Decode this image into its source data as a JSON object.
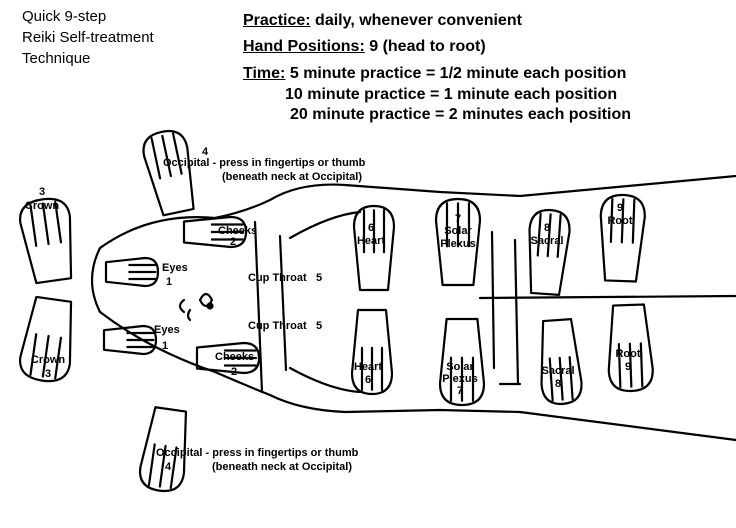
{
  "title": {
    "line1": "Quick 9-step",
    "line2": "Reiki Self-treatment",
    "line3": "Technique"
  },
  "info": {
    "practice_label": "Practice:",
    "practice_value": "daily, whenever convenient",
    "hand_label": "Hand Positions:",
    "hand_value": "9 (head to root)",
    "time_label": "Time:",
    "time_lines": [
      "5 minute practice = 1/2 minute each position",
      "10 minute practice = 1 minute each position",
      "20 minute practice = 2 minutes each position"
    ]
  },
  "positions": {
    "occipital_top": {
      "num": "4",
      "name": "Occipital",
      "note1": "- press in fingertips or thumb",
      "note2": "(beneath neck at Occipital)"
    },
    "occipital_bottom": {
      "num": "4",
      "name": "Occipital",
      "note1": "- press in fingertips or thumb",
      "note2": "(beneath neck at Occipital)"
    },
    "crown_top": {
      "num": "3",
      "name": "Crown"
    },
    "crown_bottom": {
      "num": "3",
      "name": "Crown"
    },
    "cheeks_top": {
      "num": "2",
      "name": "Cheeks"
    },
    "cheeks_bottom": {
      "num": "2",
      "name": "Cheeks"
    },
    "eyes_top": {
      "num": "1",
      "name": "Eyes"
    },
    "eyes_bottom": {
      "num": "1",
      "name": "Eyes"
    },
    "throat_top": {
      "num": "5",
      "name": "Cup Throat"
    },
    "throat_bottom": {
      "num": "5",
      "name": "Cup Throat"
    },
    "heart_top": {
      "num": "6",
      "name": "Heart"
    },
    "heart_bottom": {
      "num": "6",
      "name": "Heart"
    },
    "solar_top": {
      "num": "7",
      "name1": "Solar",
      "name2": "Plexus"
    },
    "solar_bottom": {
      "num": "7",
      "name1": "Solar",
      "name2": "Plexus"
    },
    "sacral_top": {
      "num": "8",
      "name": "Sacral"
    },
    "sacral_bottom": {
      "num": "8",
      "name": "Sacral"
    },
    "root_top": {
      "num": "9",
      "name": "Root"
    },
    "root_bottom": {
      "num": "9",
      "name": "Root"
    }
  }
}
